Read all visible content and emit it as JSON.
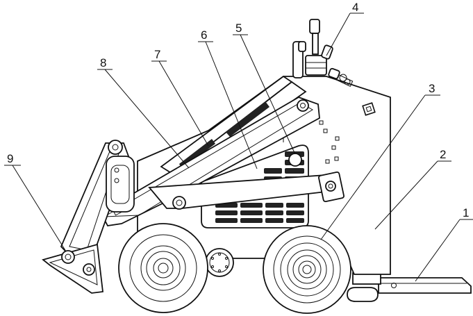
{
  "callouts": [
    {
      "id": "1",
      "label": "1"
    },
    {
      "id": "2",
      "label": "2"
    },
    {
      "id": "3",
      "label": "3"
    },
    {
      "id": "4",
      "label": "4"
    },
    {
      "id": "5",
      "label": "5"
    },
    {
      "id": "6",
      "label": "6"
    },
    {
      "id": "7",
      "label": "7"
    },
    {
      "id": "8",
      "label": "8"
    },
    {
      "id": "9",
      "label": "9"
    }
  ],
  "colors": {
    "ink": "#111111",
    "background": "#ffffff"
  }
}
